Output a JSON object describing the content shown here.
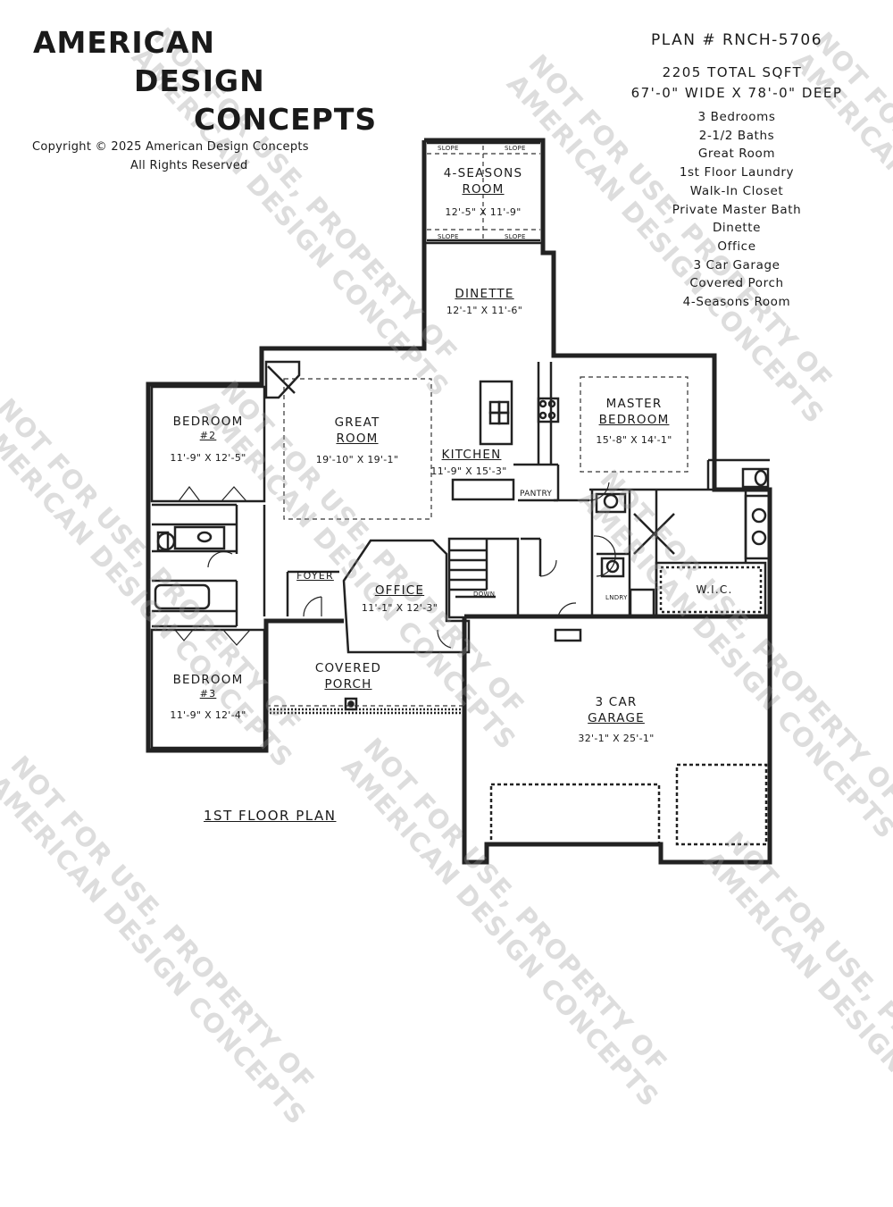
{
  "brand": {
    "line1": "AMERICAN",
    "line2": "DESIGN",
    "line3": "CONCEPTS"
  },
  "copyright": {
    "line1": "Copyright © 2025 American Design Concepts",
    "line2": "All Rights Reserved"
  },
  "plan": {
    "number": "PLAN # RNCH-5706",
    "sqft": "2205 TOTAL SQFT",
    "size": "67'-0\" WIDE X 78'-0\" DEEP",
    "features": [
      "3 Bedrooms",
      "2-1/2 Baths",
      "Great Room",
      "1st Floor Laundry",
      "Walk-In Closet",
      "Private Master Bath",
      "Dinette",
      "Office",
      "3 Car Garage",
      "Covered Porch",
      "4-Seasons Room"
    ]
  },
  "rooms": {
    "seasons": {
      "name1": "4-SEASONS",
      "name2": "ROOM",
      "dim": "12'-5\" X 11'-9\""
    },
    "dinette": {
      "name": "DINETTE",
      "dim": "12'-1\" X 11'-6\""
    },
    "great": {
      "name1": "GREAT",
      "name2": "ROOM",
      "dim": "19'-10\" X 19'-1\""
    },
    "kitchen": {
      "name": "KITCHEN",
      "dim": "11'-9\" X 15'-3\""
    },
    "master": {
      "name1": "MASTER",
      "name2": "BEDROOM",
      "dim": "15'-8\" X 14'-1\""
    },
    "bed2": {
      "name": "BEDROOM",
      "num": "#2",
      "dim": "11'-9\" X 12'-5\""
    },
    "bed3": {
      "name": "BEDROOM",
      "num": "#3",
      "dim": "11'-9\" X 12'-4\""
    },
    "foyer": {
      "name": "FOYER"
    },
    "office": {
      "name": "OFFICE",
      "dim": "11'-1\" X 12'-3\""
    },
    "porch": {
      "name1": "COVERED",
      "name2": "PORCH"
    },
    "garage": {
      "name1": "3 CAR",
      "name2": "GARAGE",
      "dim": "32'-1\" X 25'-1\""
    },
    "wic": {
      "name": "W.I.C."
    },
    "pantry": {
      "name": "PANTRY"
    },
    "laundry": {
      "name": "LNDRY"
    },
    "stairs": {
      "name": "DOWN"
    }
  },
  "slope_label": "SLOPE",
  "floor_title": "1ST FLOOR PLAN",
  "watermark": {
    "line1": "NOT FOR USE, PROPERTY OF",
    "line2": "AMERICAN DESIGN CONCEPTS"
  }
}
